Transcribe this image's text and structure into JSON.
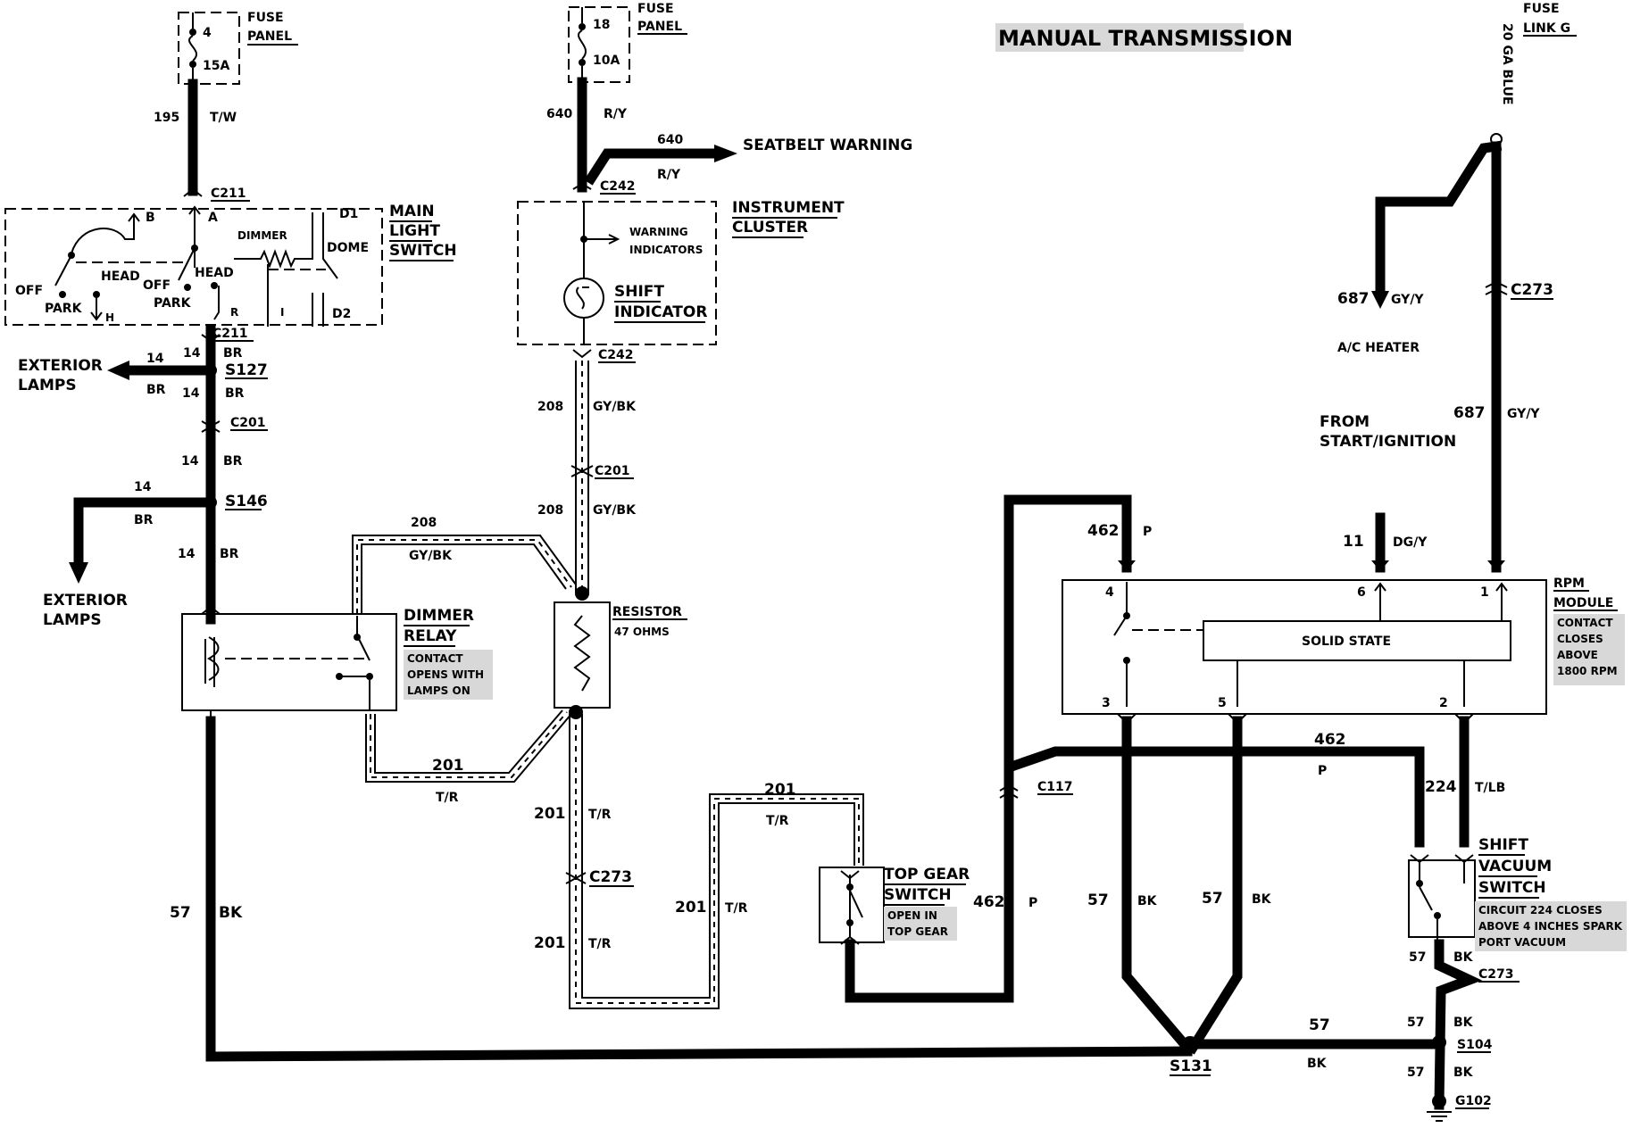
{
  "title": "MANUAL TRANSMISSION",
  "fuse_left": {
    "top_num": "4",
    "amps": "15A",
    "label": [
      "FUSE",
      "PANEL"
    ]
  },
  "fuse_mid": {
    "top_num": "18",
    "amps": "10A",
    "label": [
      "FUSE",
      "PANEL"
    ]
  },
  "fuse_link": {
    "label": [
      "FUSE",
      "LINK G"
    ],
    "wire": "20 GA BLUE"
  },
  "main_light_switch": {
    "label": [
      "MAIN",
      "LIGHT",
      "SWITCH"
    ],
    "terms": [
      "B",
      "A",
      "D1",
      "DIMMER",
      "DOME",
      "OFF",
      "HEAD",
      "PARK",
      "OFF",
      "HEAD",
      "PARK",
      "H",
      "R",
      "I",
      "D2"
    ]
  },
  "instrument_cluster": {
    "label": [
      "INSTRUMENT",
      "CLUSTER"
    ],
    "warning": [
      "WARNING",
      "INDICATORS"
    ],
    "shift": [
      "SHIFT",
      "INDICATOR"
    ]
  },
  "dimmer_relay": {
    "label": [
      "DIMMER",
      "RELAY"
    ],
    "note": [
      "CONTACT",
      "OPENS WITH",
      "LAMPS ON"
    ]
  },
  "resistor": {
    "label": "RESISTOR",
    "value": "47 OHMS"
  },
  "top_gear_switch": {
    "label": [
      "TOP GEAR",
      "SWITCH"
    ],
    "note": [
      "OPEN IN",
      "TOP GEAR"
    ]
  },
  "rpm_module": {
    "label": [
      "RPM",
      "MODULE"
    ],
    "inner": "SOLID STATE",
    "note": [
      "CONTACT",
      "CLOSES",
      "ABOVE",
      "1800 RPM"
    ],
    "pins": [
      "4",
      "6",
      "1",
      "3",
      "5",
      "2"
    ]
  },
  "shift_vacuum_switch": {
    "label": [
      "SHIFT",
      "VACUUM",
      "SWITCH"
    ],
    "note": [
      "CIRCUIT 224 CLOSES",
      "ABOVE 4 INCHES SPARK",
      "PORT VACUUM"
    ]
  },
  "connectors": [
    "C211",
    "C211",
    "S127",
    "C201",
    "S146",
    "C242",
    "C242",
    "C201",
    "C273",
    "C117",
    "C273",
    "C273",
    "S131",
    "S104",
    "G102"
  ],
  "destinations": {
    "exterior_lamps_1": [
      "EXTERIOR",
      "LAMPS"
    ],
    "exterior_lamps_2": [
      "EXTERIOR",
      "LAMPS"
    ],
    "seatbelt": "SEATBELT WARNING",
    "ac_heater": "A/C HEATER",
    "start_ign": [
      "FROM",
      "START/IGNITION"
    ]
  },
  "wires": {
    "w195": [
      "195",
      "T/W"
    ],
    "w640a": [
      "640",
      "R/Y"
    ],
    "w640b": [
      "640",
      "R/Y"
    ],
    "w14a": [
      "14",
      "BR"
    ],
    "w14b": [
      "14",
      "BR"
    ],
    "w14c": [
      "14",
      "BR"
    ],
    "w14d": [
      "14",
      "BR"
    ],
    "w14e": [
      "14",
      "BR"
    ],
    "w14f": [
      "14",
      "BR"
    ],
    "w208a": [
      "208",
      "GY/BK"
    ],
    "w208b": [
      "208",
      "GY/BK"
    ],
    "w208c": [
      "208",
      "GY/BK"
    ],
    "w201a": [
      "201",
      "T/R"
    ],
    "w201b": [
      "201",
      "T/R"
    ],
    "w201c": [
      "201",
      "T/R"
    ],
    "w201d": [
      "201",
      "T/R"
    ],
    "w201e": [
      "201",
      "T/R"
    ],
    "w57a": [
      "57",
      "BK"
    ],
    "w57b": [
      "57",
      "BK"
    ],
    "w57c": [
      "57",
      "BK"
    ],
    "w57d": [
      "57",
      "BK"
    ],
    "w57e": [
      "57",
      "BK"
    ],
    "w57f": [
      "57",
      "BK"
    ],
    "w57g": [
      "57",
      "BK"
    ],
    "w462a": [
      "462",
      "P"
    ],
    "w462b": [
      "462",
      "P"
    ],
    "w462c": [
      "462",
      "P"
    ],
    "w687a": [
      "687",
      "GY/Y"
    ],
    "w687b": [
      "687",
      "GY/Y"
    ],
    "w11": [
      "11",
      "DG/Y"
    ],
    "w224": [
      "224",
      "T/LB"
    ]
  }
}
